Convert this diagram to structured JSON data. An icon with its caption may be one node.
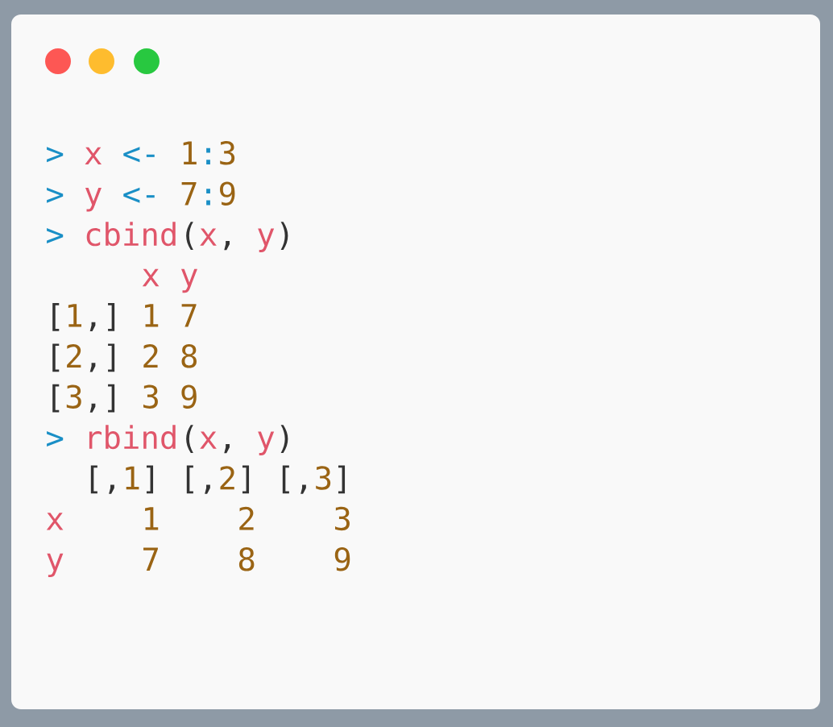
{
  "diagram": {
    "labels": [
      ">",
      "x",
      "<-",
      "1",
      ":",
      "3",
      ">",
      "y",
      "<-",
      "7",
      ":",
      "9",
      ">",
      "cbind",
      "(",
      "x",
      ",",
      "y",
      ")",
      "x",
      "y",
      "[",
      "1",
      ",]",
      "1",
      "7",
      "[",
      "2",
      ",]",
      "2",
      "8",
      "[",
      "3",
      ",]",
      "3",
      "9",
      ">",
      "rbind",
      "(",
      "x",
      ",",
      "y",
      ")",
      "[,",
      "1",
      "]",
      "[,",
      "2",
      "]",
      "[,",
      "3",
      "]",
      "x",
      "1",
      "2",
      "3",
      "y",
      "7",
      "8",
      "9"
    ]
  }
}
